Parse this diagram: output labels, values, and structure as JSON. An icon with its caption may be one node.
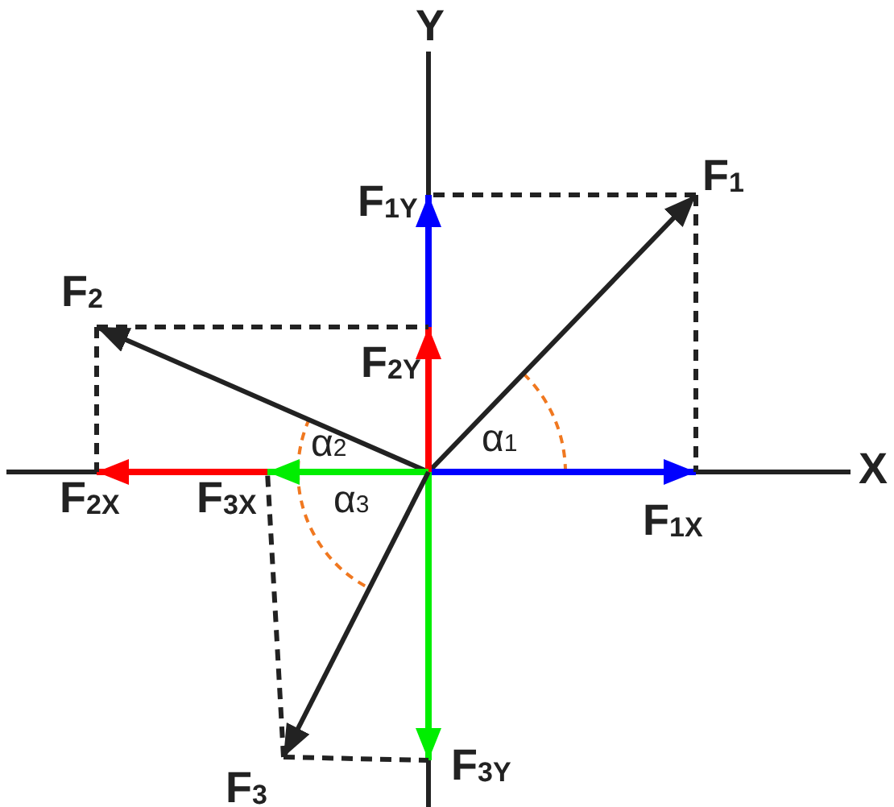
{
  "diagram": {
    "nodes": [
      {
        "text": [
          "F$_{1}$"
        ]
      },
      {
        "text": [
          "F$_{1Y}$"
        ]
      },
      {
        "text": [
          "F$_{2}$"
        ]
      },
      {
        "text": [
          "F$_{2Y}$"
        ]
      },
      {
        "text": [
          "F$_{2X}$"
        ]
      },
      {
        "text": [
          "F$_{3X}$"
        ]
      },
      {
        "text": [
          "F$_{1X}$"
        ]
      },
      {
        "text": [
          "F$_{3}$"
        ]
      },
      {
        "text": [
          "F$_{3Y}$"
        ]
      }
    ],
    "edges": [
      {
        "from": null,
        "to": 0,
        "arrow": "to",
        "color": "#222222"
      },
      {
        "from": null,
        "to": 1,
        "arrow": "to",
        "color": "#0000ff"
      },
      {
        "from": null,
        "to": 6,
        "arrow": "to",
        "color": "#0000ff"
      },
      {
        "from": null,
        "to": 2,
        "arrow": "to",
        "color": "#222222"
      },
      {
        "from": null,
        "to": 3,
        "arrow": "to",
        "color": "#ff0000"
      },
      {
        "from": null,
        "to": 4,
        "arrow": "to",
        "color": "#ff0000"
      },
      {
        "from": null,
        "to": 5,
        "arrow": "to",
        "color": "#00ee00"
      },
      {
        "from": null,
        "to": 8,
        "arrow": "to",
        "color": "#00ee00"
      },
      {
        "from": null,
        "to": 7,
        "arrow": "to",
        "color": "#222222"
      },
      {
        "from": 0,
        "to": 1,
        "arrow": "none",
        "style": "dashed",
        "color": "#222222"
      },
      {
        "from": 0,
        "to": 6,
        "arrow": "none",
        "style": "dashed",
        "color": "#222222"
      },
      {
        "from": 2,
        "to": 3,
        "arrow": "none",
        "style": "dashed",
        "color": "#222222"
      },
      {
        "from": 2,
        "to": 4,
        "arrow": "none",
        "style": "dashed",
        "color": "#222222"
      },
      {
        "from": 7,
        "to": 5,
        "arrow": "none",
        "style": "dashed",
        "color": "#222222"
      },
      {
        "from": 7,
        "to": 8,
        "arrow": "none",
        "style": "dashed",
        "color": "#222222"
      }
    ],
    "labels": [
      "Y",
      "X",
      "α$_{1}$",
      "α$_{2}$",
      "α$_{3}$"
    ]
  }
}
